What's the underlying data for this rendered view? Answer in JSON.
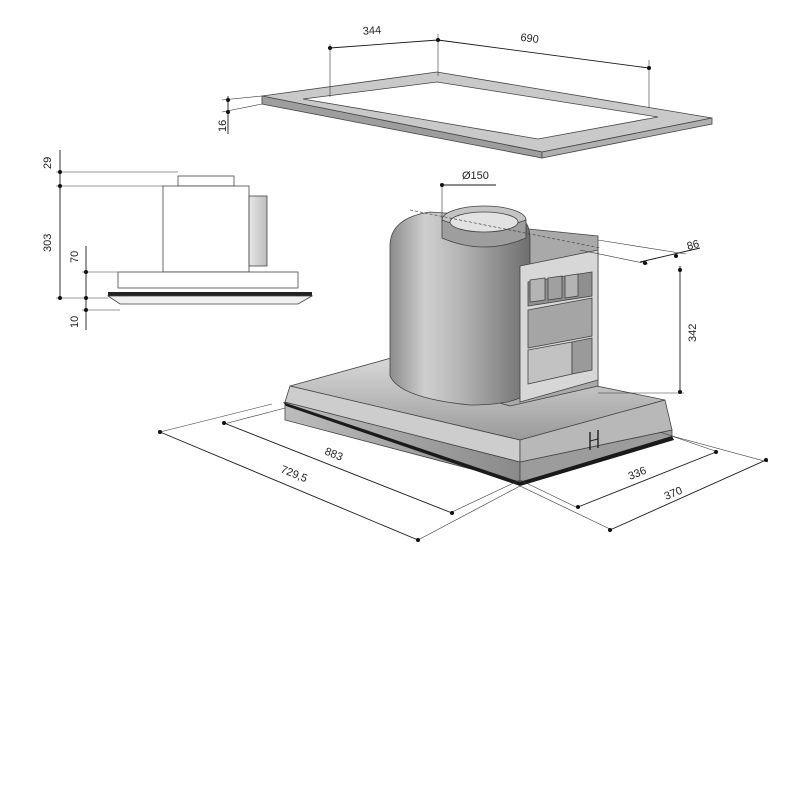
{
  "dimensions": {
    "frame_width": "344",
    "frame_depth": "690",
    "frame_thickness": "16",
    "side_top": "29",
    "side_height": "303",
    "side_base": "70",
    "side_bottom": "10",
    "duct_diameter": "Ø150",
    "motor_offset": "86",
    "motor_height": "342",
    "width_outer": "883",
    "width_inner": "729,5",
    "depth_inner": "336",
    "depth_outer": "370"
  }
}
